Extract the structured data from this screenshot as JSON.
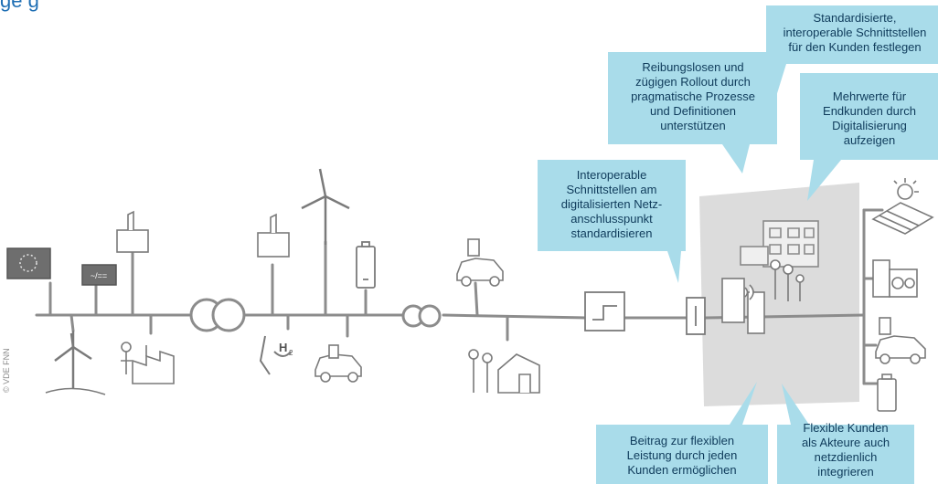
{
  "title": "ge                    g",
  "copyright": "© VDE FNN",
  "colors": {
    "callout": "#a9dcea",
    "line": "#8c8c8c",
    "house": "#dcdcdc",
    "text": "#0f3b5b"
  },
  "callouts": [
    {
      "id": "schnittstellen-kunden",
      "lines": [
        "Standardisierte,",
        "interoperable Schnittstellen",
        "für den Kunden festlegen"
      ]
    },
    {
      "id": "rollout",
      "lines": [
        "Reibungslosen und",
        "zügigen Rollout durch",
        "pragmatische Prozesse",
        "und Definitionen",
        "unterstützen"
      ]
    },
    {
      "id": "mehrwerte",
      "lines": [
        "Mehrwerte für",
        "Endkunden durch",
        "Digitalisierung",
        "aufzeigen"
      ]
    },
    {
      "id": "netzanschluss",
      "lines": [
        "Interoperable",
        "Schnittstellen am",
        "digitalisierten Netz-",
        "anschlusspunkt",
        "standardisieren"
      ]
    },
    {
      "id": "flexible-leistung",
      "lines": [
        "Beitrag zur flexiblen",
        "Leistung durch jeden",
        "Kunden ermöglichen"
      ]
    },
    {
      "id": "flexible-kunden",
      "lines": [
        "Flexible Kunden",
        "als Akteure auch",
        "netzdienlich",
        "integrieren"
      ]
    }
  ],
  "labels": {
    "h2": "H",
    "h2_sub": "2",
    "converter": "~/=="
  }
}
